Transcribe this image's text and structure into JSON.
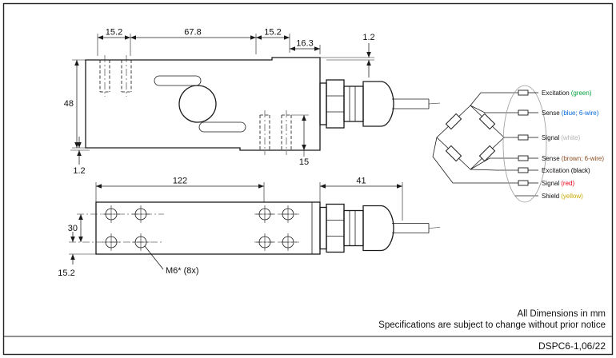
{
  "side_view": {
    "dim_left_spacing": "15.2",
    "dim_center_length": "67.8",
    "dim_right_spacing": "15.2",
    "dim_right_offset": "16.3",
    "dim_top_step": "1.2",
    "dim_height": "48",
    "dim_bottom_step": "1.2",
    "dim_thread_depth": "15"
  },
  "plan_view": {
    "dim_body_length": "122",
    "dim_gland_length": "41",
    "dim_hole_rows": "30",
    "dim_edge_offset": "15.2",
    "thread_callout": "M6* (8x)"
  },
  "wiring": {
    "wires": [
      {
        "label": "Excitation",
        "spec": "(green)",
        "color": "#00a03c"
      },
      {
        "label": "Sense",
        "spec": "(blue; 6-wire)",
        "color": "#0068d8"
      },
      {
        "label": "Signal",
        "spec": "(white)",
        "color": "#b4b4b4"
      },
      {
        "label": "Sense",
        "spec": "(brown; 6-wire)",
        "color": "#8a4a1e"
      },
      {
        "label": "Excitation",
        "spec": "(black)",
        "color": "#000000"
      },
      {
        "label": "Signal",
        "spec": "(red)",
        "color": "#e60012"
      },
      {
        "label": "Shield",
        "spec": "(yellow)",
        "color": "#c9a800"
      }
    ]
  },
  "notes": {
    "line1": "All Dimensions in mm",
    "line2": "Specifications are subject to change without prior notice"
  },
  "footer": {
    "doc_code": "DSPC6-1,06/22"
  }
}
